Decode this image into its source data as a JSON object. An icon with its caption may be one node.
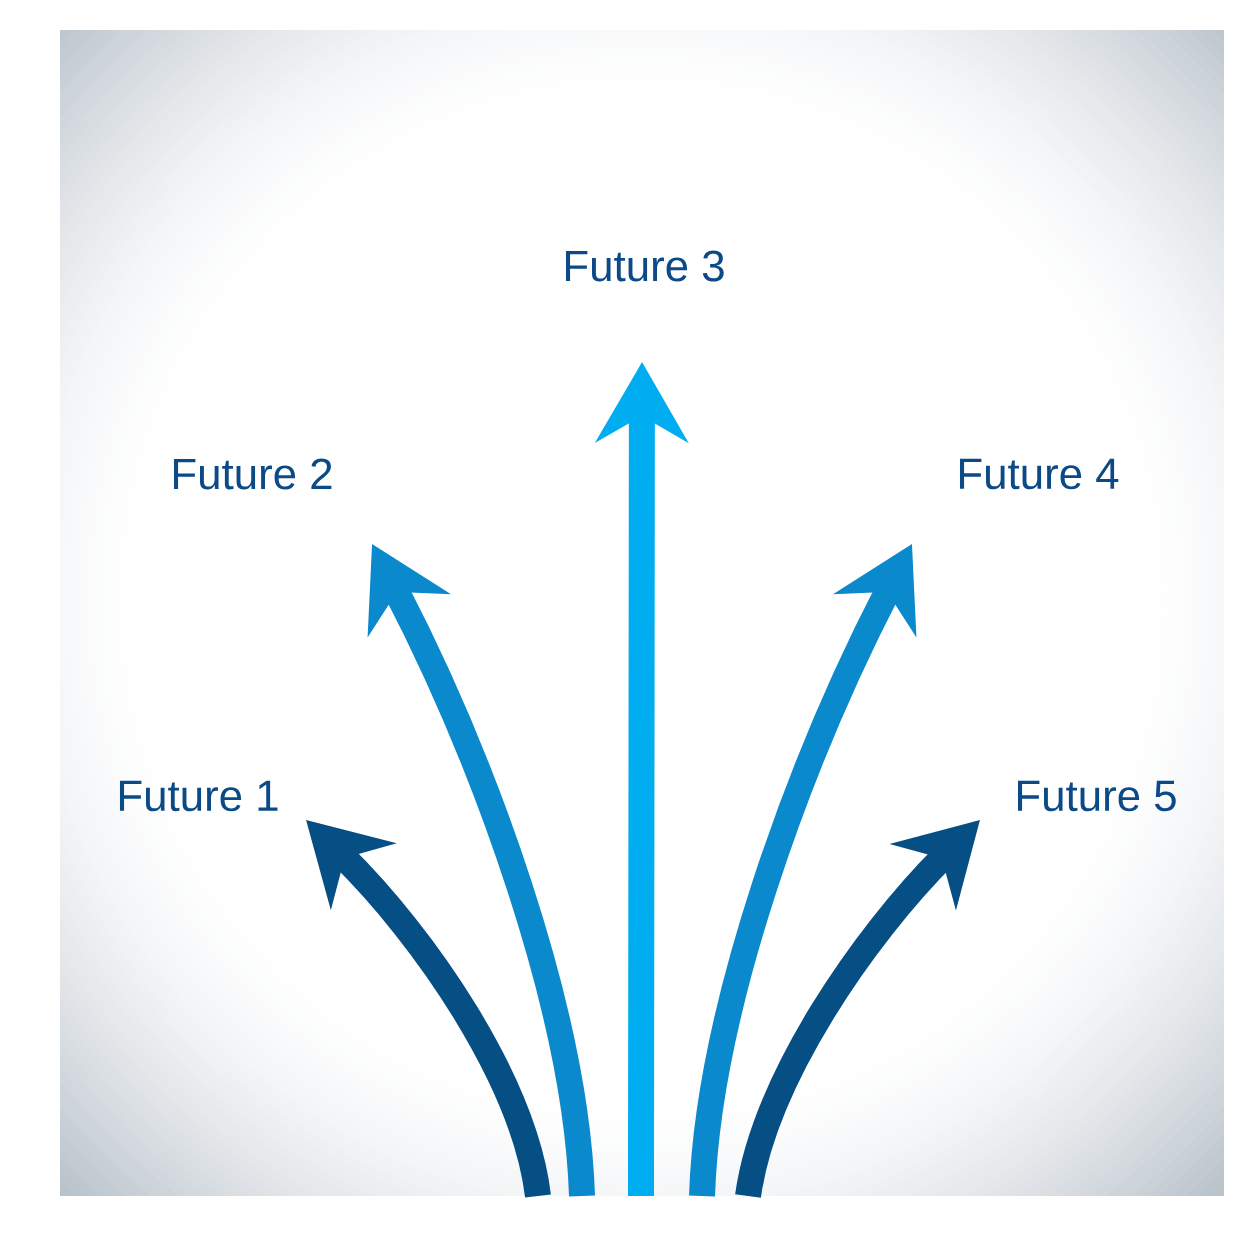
{
  "diagram": {
    "nodes": [
      {
        "text": [
          "Future 1"
        ]
      },
      {
        "text": [
          "Future 2"
        ]
      },
      {
        "text": [
          "Future 3"
        ]
      },
      {
        "text": [
          "Future 4"
        ]
      },
      {
        "text": [
          "Future 5"
        ]
      }
    ],
    "edges": [
      {
        "from": null,
        "to": 0,
        "arrow": "to",
        "color": "#054f85"
      },
      {
        "from": null,
        "to": 1,
        "arrow": "to",
        "color": "#0a89cc"
      },
      {
        "from": null,
        "to": 2,
        "arrow": "to",
        "color": "#00adf0"
      },
      {
        "from": null,
        "to": 3,
        "arrow": "to",
        "color": "#0a89cc"
      },
      {
        "from": null,
        "to": 4,
        "arrow": "to",
        "color": "#054f85"
      }
    ]
  }
}
